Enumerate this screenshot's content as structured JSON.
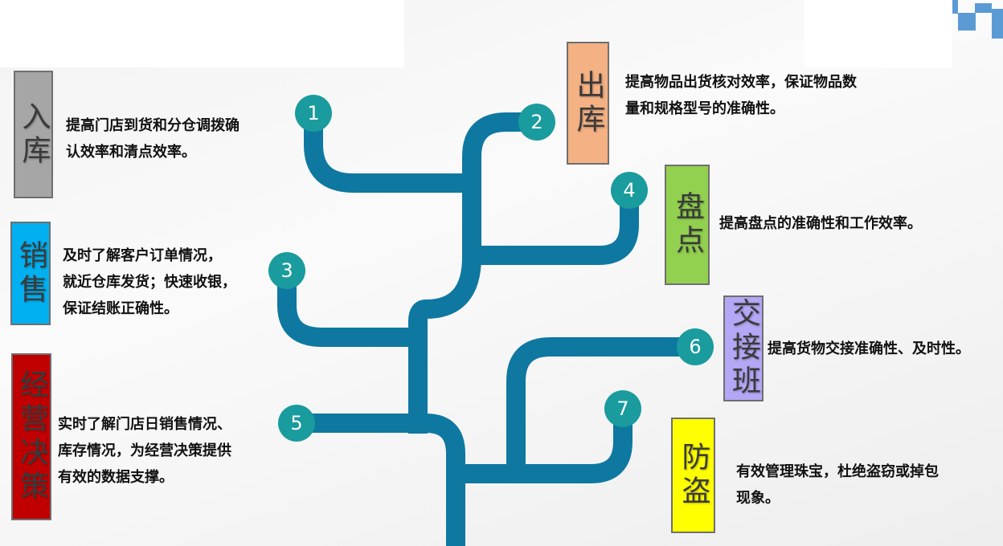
{
  "items": [
    {
      "num": "1",
      "label": "入库",
      "color": "#a6a6a6",
      "desc_lines": [
        "提高门店到货和分仓调拨确",
        "认效率和清点效率。"
      ]
    },
    {
      "num": "2",
      "label": "出库",
      "color": "#f4b183",
      "desc_lines": [
        "提高物品出货核对效率，保证物品数",
        "量和规格型号的准确性。"
      ]
    },
    {
      "num": "3",
      "label": "销售",
      "color": "#00b0f0",
      "desc_lines": [
        "及时了解客户订单情况，",
        "就近仓库发货；快速收银，",
        "保证结账正确性。"
      ]
    },
    {
      "num": "4",
      "label": "盘点",
      "color": "#92d050",
      "desc_lines": [
        "提高盘点的准确性和工作效率。"
      ]
    },
    {
      "num": "5",
      "label": "经营决策",
      "color": "#c00000",
      "desc_lines": [
        "实时了解门店日销售情况、",
        "库存情况，为经营决策提供",
        "有效的数据支撑。"
      ]
    },
    {
      "num": "6",
      "label": "交接班",
      "color": "#b4a7f5",
      "desc_lines": [
        "提高货物交接准确性、及时性。"
      ]
    },
    {
      "num": "7",
      "label": "防盗",
      "color": "#ffff00",
      "desc_lines": [
        "有效管理珠宝，杜绝盗窃或掉包",
        "现象。"
      ]
    }
  ],
  "pipe_color": "#0e78a1",
  "badge_color": "#1a9b9e"
}
